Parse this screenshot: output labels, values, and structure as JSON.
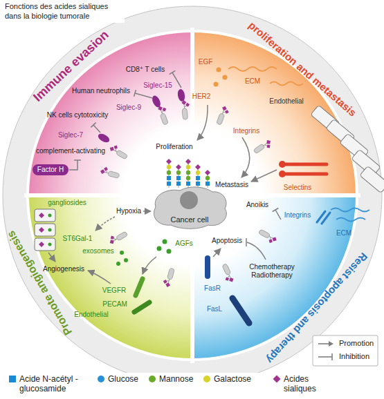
{
  "diagram": {
    "title": "Fonctions des acides sialiques dans la biologie tumorale",
    "nodes": [
      {
        "text": [
          "Cancer cell"
        ]
      }
    ],
    "labels": [
      "Immune evasion",
      "proliferation and metastasis",
      "Resist apoptosis and therapy",
      "Promote angiogenesis",
      "CD8⁺ T cells",
      "Siglec-15",
      "Human neutrophils",
      "Siglec-9",
      "NK cells cytotoxicity",
      "Siglec-7",
      "complement-activating",
      "Factor H",
      "EGF",
      "HER2",
      "ECM",
      "Endothelial",
      "Integrins",
      "Proliferation",
      "Metastasis",
      "Selectins",
      "gangliosides",
      "Hypoxia",
      "ST6Gal-1",
      "exosomes",
      "AGFs",
      "Angiogenesis",
      "VEGFR",
      "PECAM",
      "Endothelial",
      "Anoikis",
      "Integrins",
      "ECM",
      "Apoptosis",
      "FasR",
      "FasL",
      "Chemotherapy Radiotherapy"
    ],
    "legend": [
      {
        "text": "Promotion"
      },
      {
        "text": "Inhibition"
      },
      {
        "text": "Acide N-acétyl -glucosamide",
        "color": "#1a8ad4"
      },
      {
        "text": "Glucose",
        "color": "#2a8fd9"
      },
      {
        "text": "Mannose",
        "color": "#6aaa2a"
      },
      {
        "text": "Galactose",
        "color": "#d9d22a"
      },
      {
        "text": "Acides sialiques",
        "color": "#a0358f"
      }
    ]
  }
}
